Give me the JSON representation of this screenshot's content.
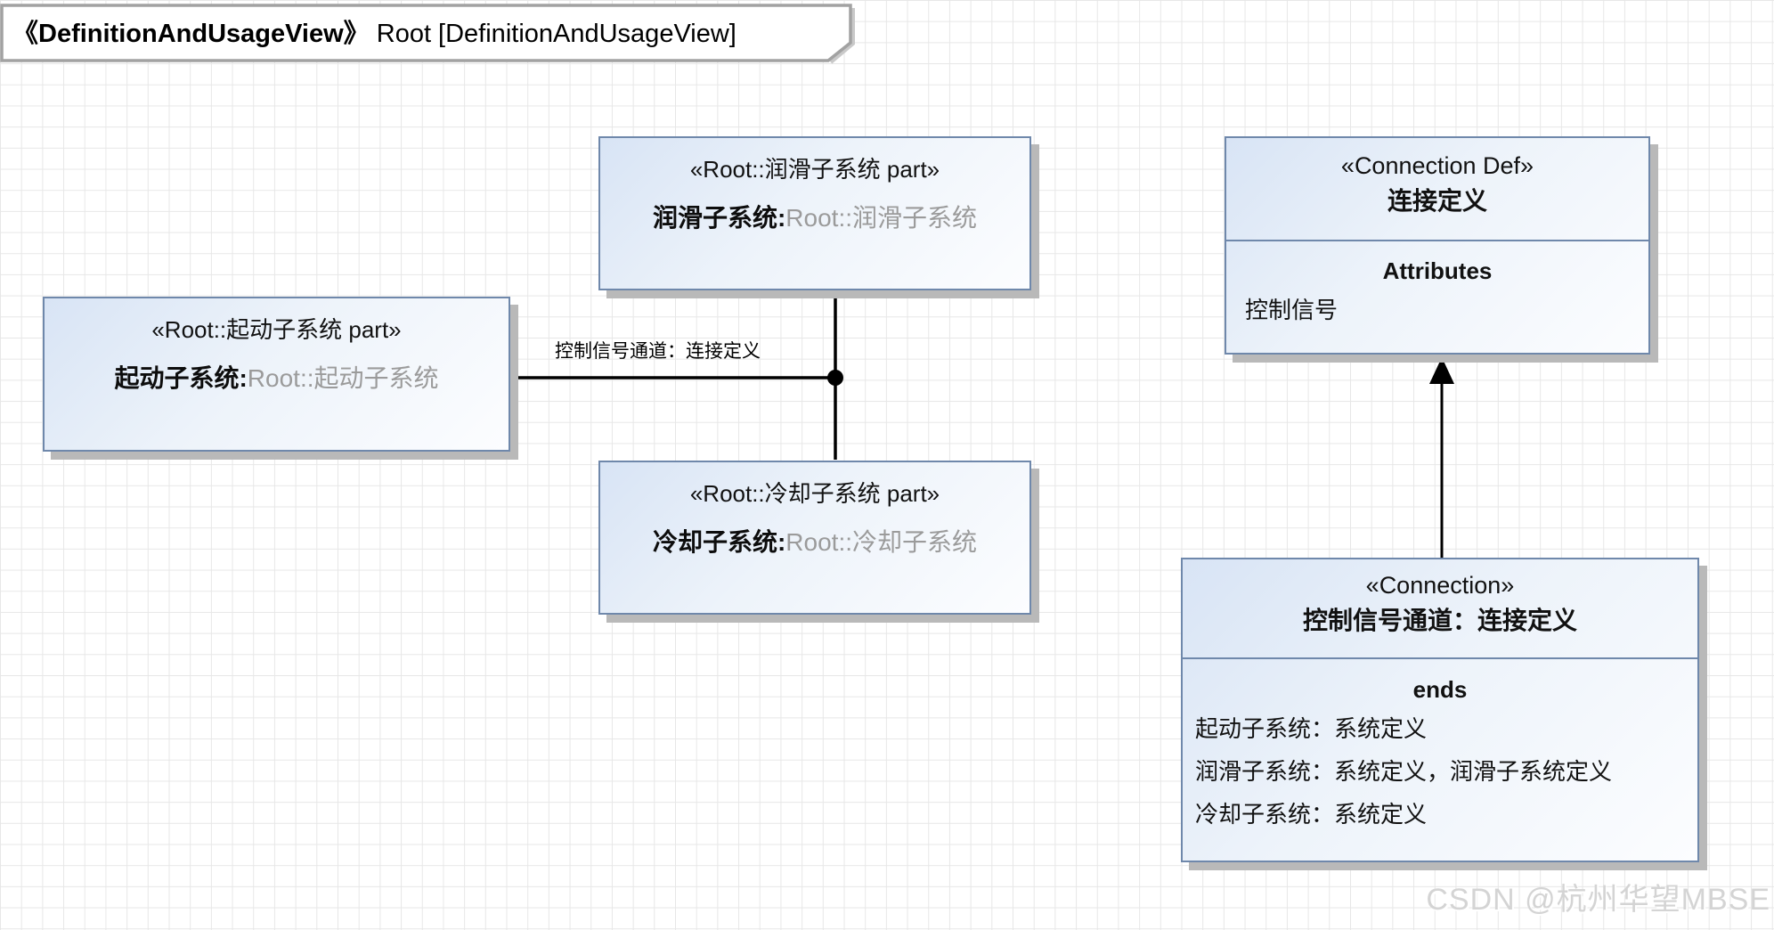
{
  "frame": {
    "title_bold": "《DefinitionAndUsageView》",
    "title_rest": " Root [DefinitionAndUsageView]"
  },
  "parts": {
    "lubrication": {
      "stereotype": "«Root::润滑子系统 part»",
      "name_bold": "润滑子系统:",
      "name_type": "Root::润滑子系统"
    },
    "starter": {
      "stereotype": "«Root::起动子系统 part»",
      "name_bold": "起动子系统:",
      "name_type": "Root::起动子系统"
    },
    "cooling": {
      "stereotype": "«Root::冷却子系统 part»",
      "name_bold": "冷却子系统:",
      "name_type": "Root::冷却子系统"
    }
  },
  "connection_def": {
    "stereotype": "«Connection Def»",
    "name": "连接定义",
    "section": "Attributes",
    "attributes": [
      "控制信号"
    ]
  },
  "connection": {
    "stereotype": "«Connection»",
    "name": "控制信号通道：连接定义",
    "section": "ends",
    "ends": [
      "起动子系统：系统定义",
      "润滑子系统：系统定义，润滑子系统定义",
      "冷却子系统：系统定义"
    ]
  },
  "connector": {
    "label": "控制信号通道：连接定义"
  },
  "watermark": "CSDN @杭州华望MBSE",
  "colors": {
    "node_border": "#6f88ab",
    "node_fill_start": "#d8e4f5",
    "node_fill_end": "#fcfdff",
    "node_shadow": "#b9b9b9",
    "line": "#000000",
    "grid": "#e7e7e7",
    "gray_text": "#9b9b9b",
    "tab_border": "#a2a2a2"
  }
}
